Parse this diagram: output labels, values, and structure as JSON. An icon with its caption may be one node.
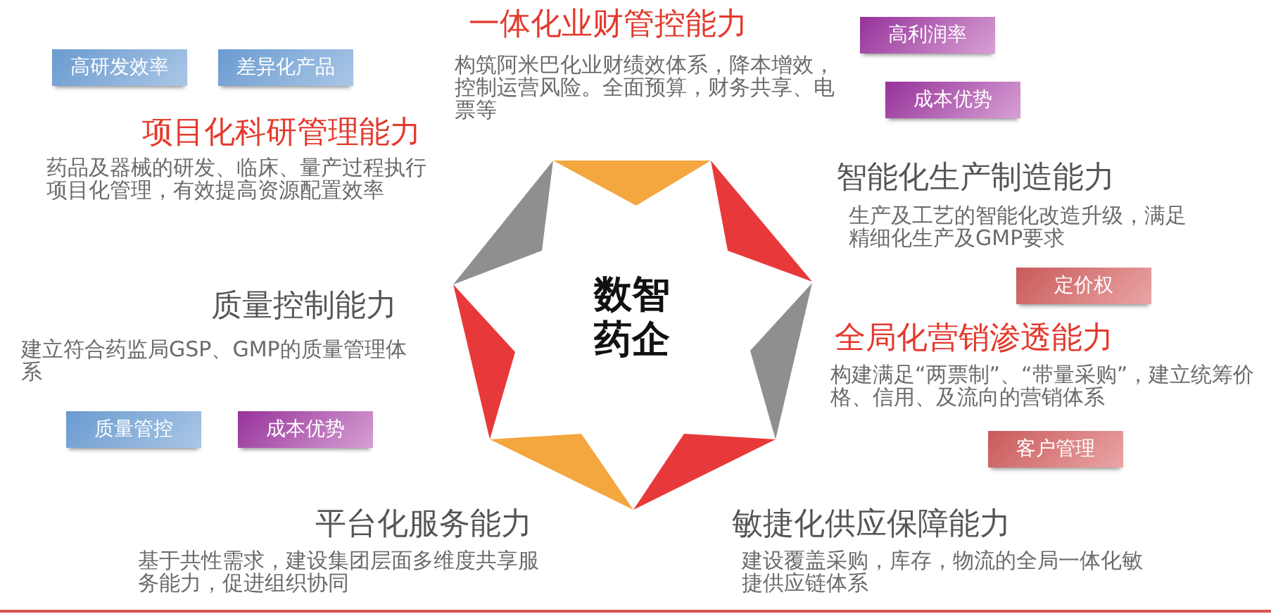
{
  "diagram": {
    "nodes": [
      {
        "text": [
          "数智药企"
        ]
      },
      {
        "text": [
          "高研发效率"
        ]
      },
      {
        "text": [
          "差异化产品"
        ]
      },
      {
        "text": [
          "高利润率"
        ]
      },
      {
        "text": [
          "成本优势"
        ]
      },
      {
        "text": [
          "定价权"
        ]
      },
      {
        "text": [
          "质量管控"
        ]
      },
      {
        "text": [
          "成本优势"
        ]
      },
      {
        "text": [
          "客户管理"
        ]
      }
    ],
    "labels": [
      "一体化业财管控能力",
      "构筑阿米巴化业财绩效体系，降本增效，控制运营风险。全面预算，财务共享、电票等",
      "项目化科研管理能力",
      "药品及器械的研发、临床、量产过程执行项目化管理，有效提高资源配置效率",
      "智能化生产制造能力",
      "生产及工艺的智能化改造升级，满足精细化生产及GMP要求",
      "质量控制能力",
      "建立符合药监局GSP、GMP的质量管理体系",
      "全局化营销渗透能力",
      "构建满足“两票制”、“带量采购”，建立统筹价格、信用、及流向的营销体系",
      "平台化服务能力",
      "基于共性需求，建设集团层面多维度共享服务能力，促进组织协同",
      "敏捷化供应保障能力",
      "建设覆盖采购，库存，物流的全局一体化敏捷供应链体系"
    ]
  }
}
